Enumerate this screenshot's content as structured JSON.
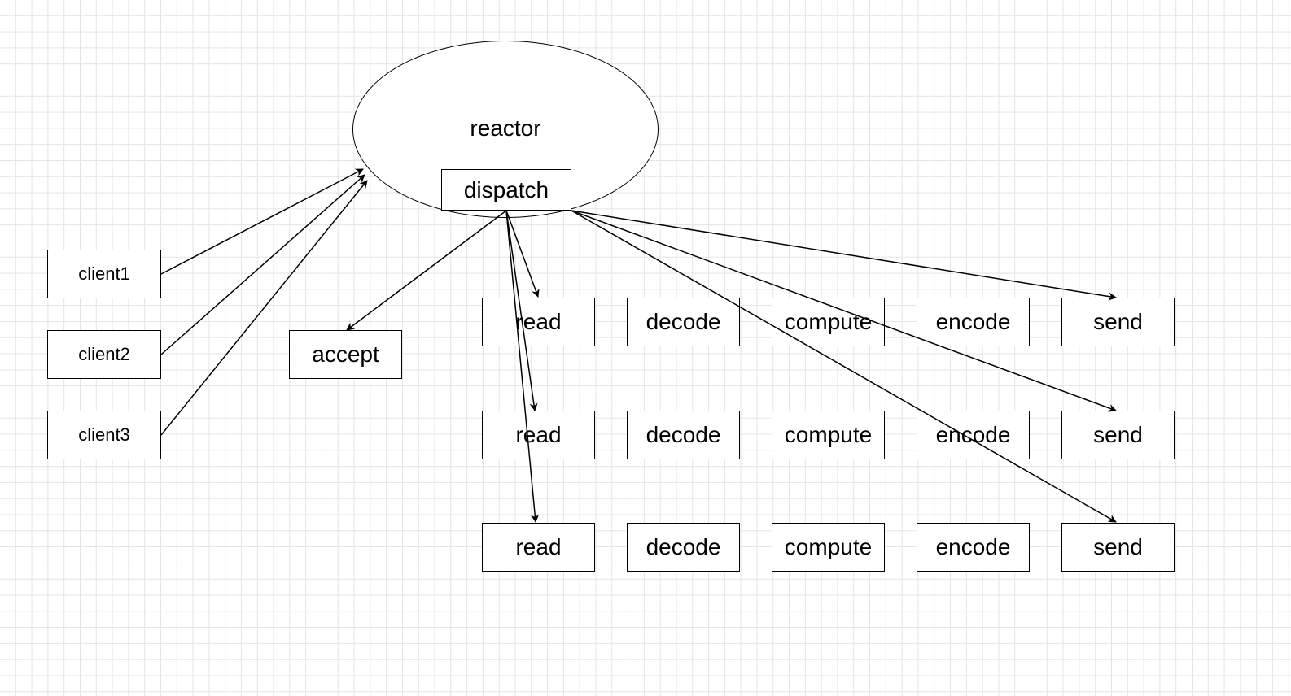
{
  "diagram": {
    "reactor": {
      "label": "reactor"
    },
    "dispatch": {
      "label": "dispatch"
    },
    "accept": {
      "label": "accept"
    },
    "clients": [
      {
        "label": "client1"
      },
      {
        "label": "client2"
      },
      {
        "label": "client3"
      }
    ],
    "pipelines": [
      {
        "read": "read",
        "decode": "decode",
        "compute": "compute",
        "encode": "encode",
        "send": "send"
      },
      {
        "read": "read",
        "decode": "decode",
        "compute": "compute",
        "encode": "encode",
        "send": "send"
      },
      {
        "read": "read",
        "decode": "decode",
        "compute": "compute",
        "encode": "encode",
        "send": "send"
      }
    ],
    "edges": [
      {
        "from": "client1",
        "to": "reactor"
      },
      {
        "from": "client2",
        "to": "reactor"
      },
      {
        "from": "client3",
        "to": "reactor"
      },
      {
        "from": "dispatch",
        "to": "accept"
      },
      {
        "from": "dispatch",
        "to": "read-1"
      },
      {
        "from": "dispatch",
        "to": "read-2"
      },
      {
        "from": "dispatch",
        "to": "read-3"
      },
      {
        "from": "dispatch",
        "to": "send-1"
      },
      {
        "from": "dispatch",
        "to": "send-2"
      },
      {
        "from": "dispatch",
        "to": "send-3"
      }
    ]
  }
}
